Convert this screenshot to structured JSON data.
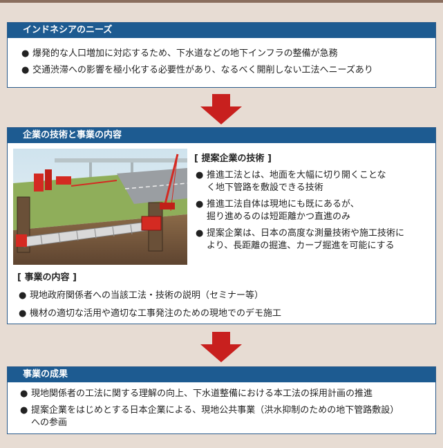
{
  "colors": {
    "page_bg": "#e7dcd3",
    "header_bg": "#1d5b91",
    "arrow": "#c8201e",
    "border": "#2a5a8a"
  },
  "needs": {
    "title": "インドネシアのニーズ",
    "bullets": [
      "爆発的な人口増加に対応するため、下水道などの地下インフラの整備が急務",
      "交通渋滞への影響を極小化する必要性があり、なるべく開削しない工法へニーズあり"
    ]
  },
  "tech": {
    "title": "企業の技術と事業の内容",
    "image_icon": "pipe-jacking-construction-illustration",
    "proposal_heading": "[ 提案企業の技術 ]",
    "proposal_bullets": [
      [
        "推進工法とは、地面を大幅に切り開くことな",
        "く地下管路を敷設できる技術"
      ],
      [
        "推進工法自体は現地にも既にあるが、",
        "掘り進めるのは短距離かつ直進のみ"
      ],
      [
        "提案企業は、日本の高度な測量技術や施工技術に",
        "より、長距離の掘進、カーブ掘進を可能にする"
      ]
    ],
    "content_heading": "[ 事業の内容 ]",
    "content_bullets": [
      "現地政府関係者への当該工法・技術の説明（セミナー等）",
      "機材の適切な活用や適切な工事発注のための現地でのデモ施工"
    ]
  },
  "results": {
    "title": "事業の成果",
    "bullets": [
      [
        "現地関係者の工法に関する理解の向上、下水道整備における本工法の採用計画の推進"
      ],
      [
        "提案企業をはじめとする日本企業による、現地公共事業（洪水抑制のための地下管路敷設）",
        "への参画"
      ]
    ]
  },
  "bullet_char": "●"
}
